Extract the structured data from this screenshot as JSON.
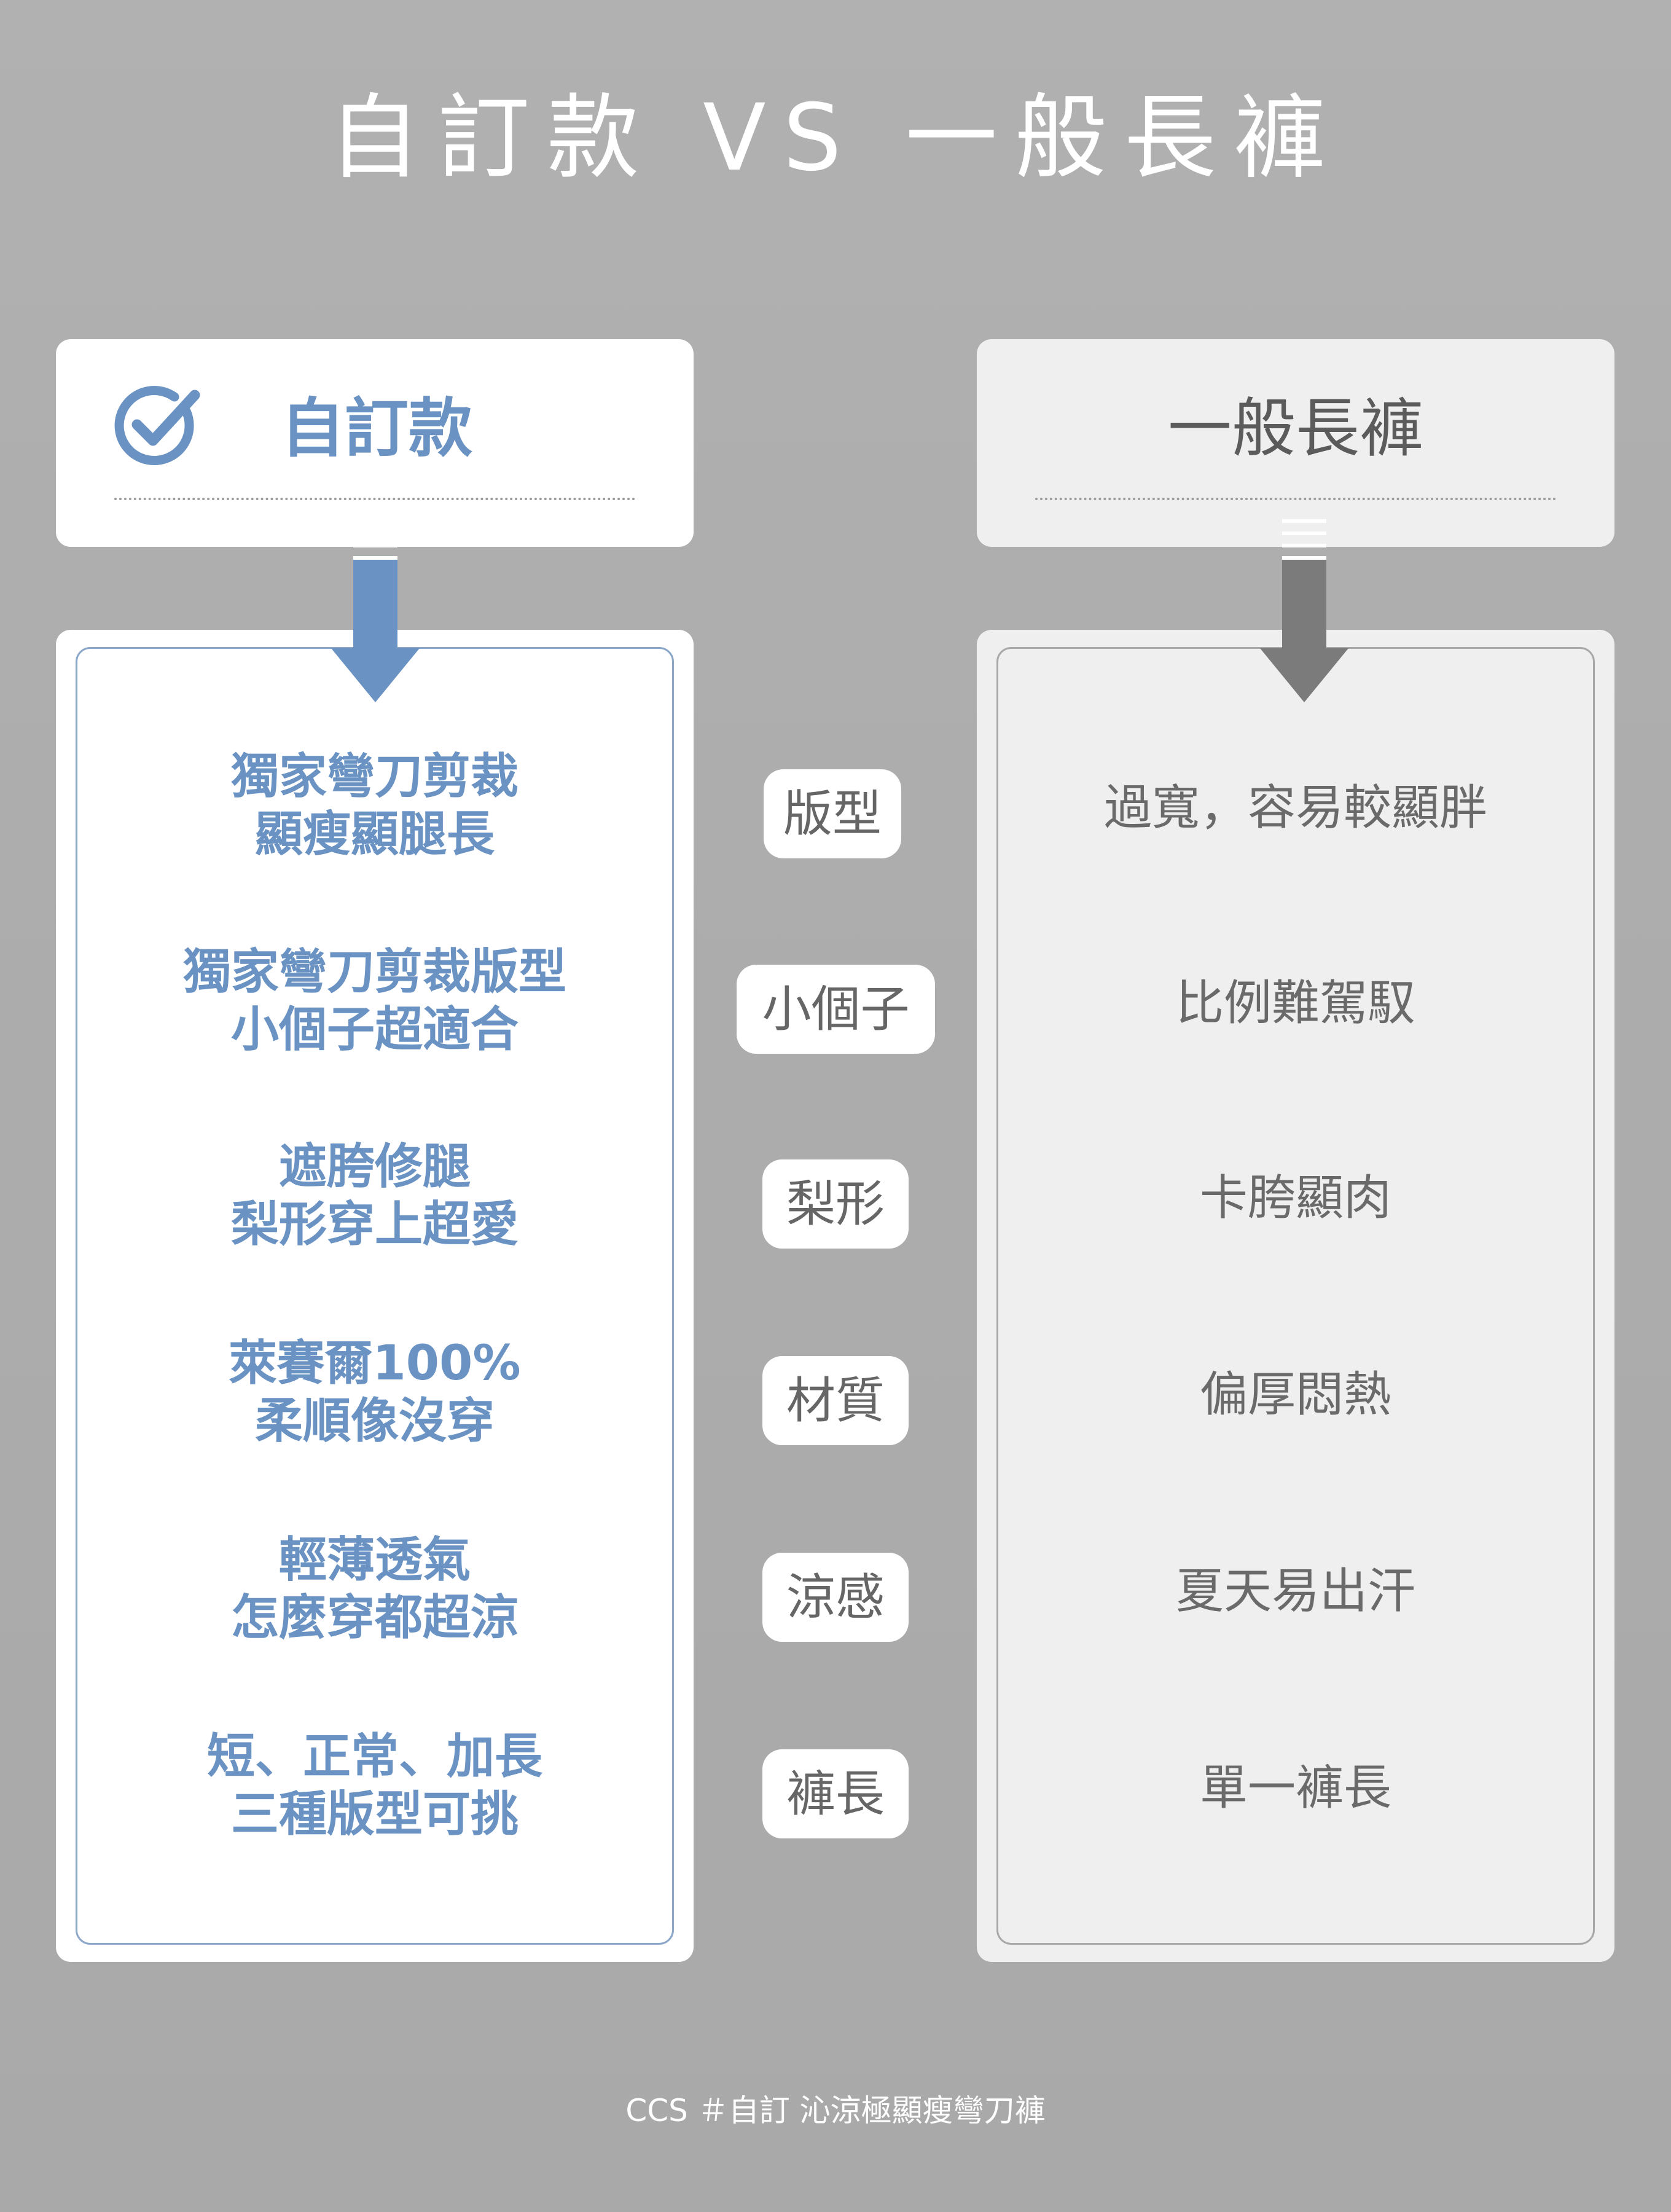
{
  "title": "自訂款 VS 一般長褲",
  "left_header": {
    "label": "自訂款",
    "icon": "check-circle-icon",
    "color": "#6a93c3"
  },
  "right_header": {
    "label": "一般長褲",
    "color": "#5b5b5b"
  },
  "rows": [
    {
      "custom": [
        "獨家彎刀剪裁",
        "顯瘦顯腿長"
      ],
      "category": "版型",
      "regular": "過寬，容易較顯胖"
    },
    {
      "custom": [
        "獨家彎刀剪裁版型",
        "小個子超適合"
      ],
      "category": "小個子",
      "regular": "比例難駕馭"
    },
    {
      "custom": [
        "遮胯修腿",
        "梨形穿上超愛"
      ],
      "category": "梨形",
      "regular": "卡胯顯肉"
    },
    {
      "custom": [
        "萊賽爾100%",
        "柔順像沒穿"
      ],
      "category": "材質",
      "regular": "偏厚悶熱"
    },
    {
      "custom": [
        "輕薄透氣",
        "怎麼穿都超涼"
      ],
      "category": "涼感",
      "regular": "夏天易出汗"
    },
    {
      "custom": [
        "短、正常、加長",
        "三種版型可挑"
      ],
      "category": "褲長",
      "regular": "單一褲長"
    }
  ],
  "footer": "CCS ＃自訂 沁涼極顯瘦彎刀褲",
  "colors": {
    "accent_blue": "#6a93c3",
    "arrow_gray": "#7b7b7b",
    "background": "#adadad"
  }
}
